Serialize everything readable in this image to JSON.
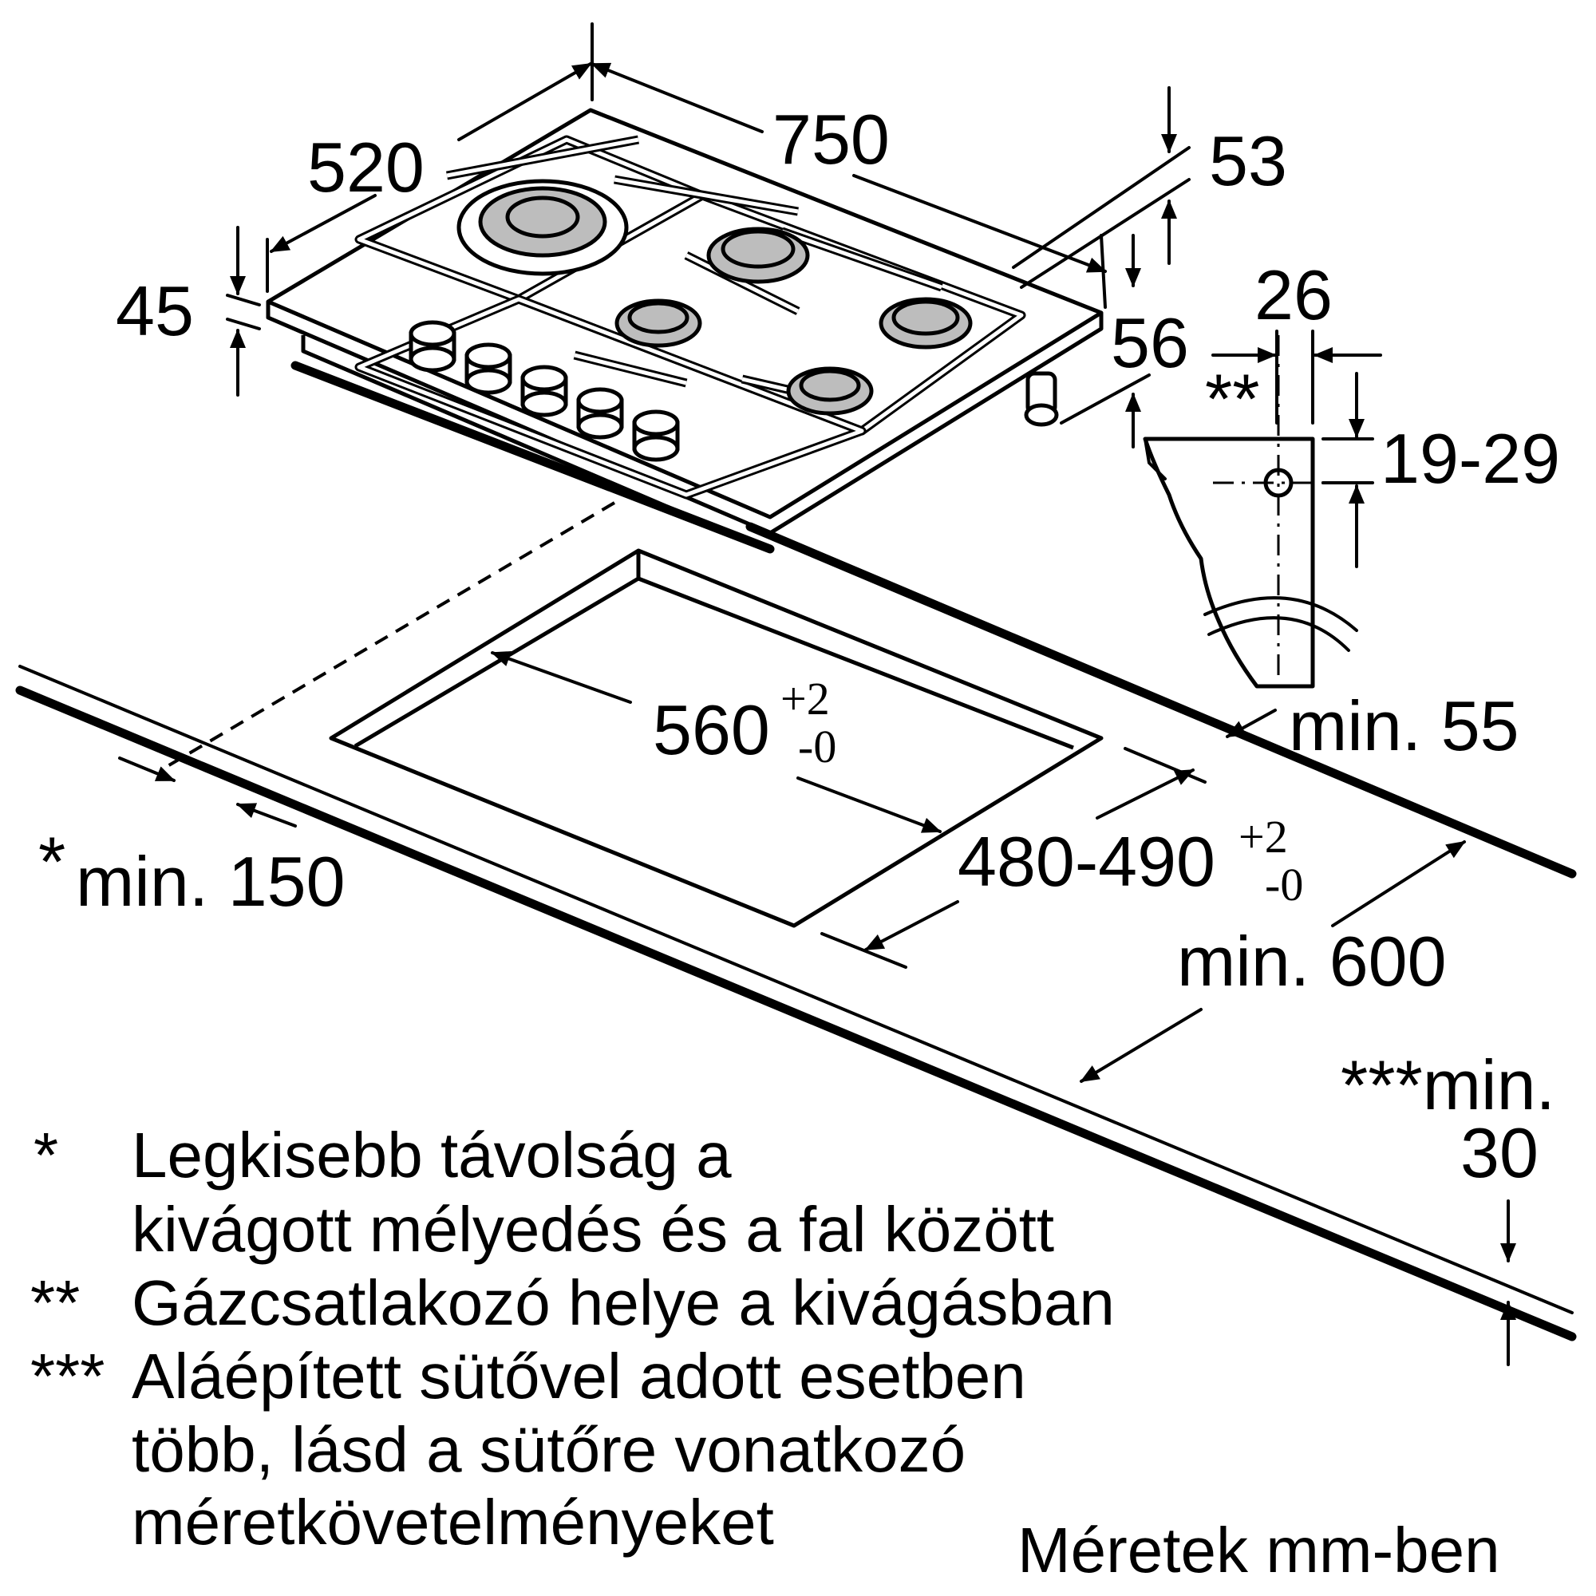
{
  "dimensions": {
    "width": "750",
    "depth": "520",
    "height_total": "45",
    "glass_top": "53",
    "appliance_height": "56",
    "gas_offset": "26",
    "gas_height": "19-29",
    "cutout_width": "560",
    "cutout_width_tol_plus": "+2",
    "cutout_width_tol_minus": "-0",
    "cutout_depth": "480-490",
    "cutout_depth_tol_plus": "+2",
    "cutout_depth_tol_minus": "-0",
    "min_front": "min. 55",
    "min_wall": "min. 150",
    "min_wall_marker": "*",
    "min_worktop": "min. 600",
    "gas_marker": "**",
    "min_oven_marker": "***min.",
    "min_oven_value": "30"
  },
  "notes": [
    {
      "marker": "*",
      "lines": [
        "Legkisebb távolság a",
        "kivágott mélyedés és a fal között"
      ]
    },
    {
      "marker": "**",
      "lines": [
        "Gázcsatlakozó helye a kivágásban"
      ]
    },
    {
      "marker": "***",
      "lines": [
        "Aláépített sütővel adott esetben",
        "több, lásd a sütőre vonatkozó",
        "méretkövetelményeket"
      ]
    }
  ],
  "unit_note": "Méretek mm-ben",
  "icons": [
    "cooktop-drawing",
    "cutout-drawing",
    "gas-connector-drawing",
    "worktop-drawing"
  ]
}
